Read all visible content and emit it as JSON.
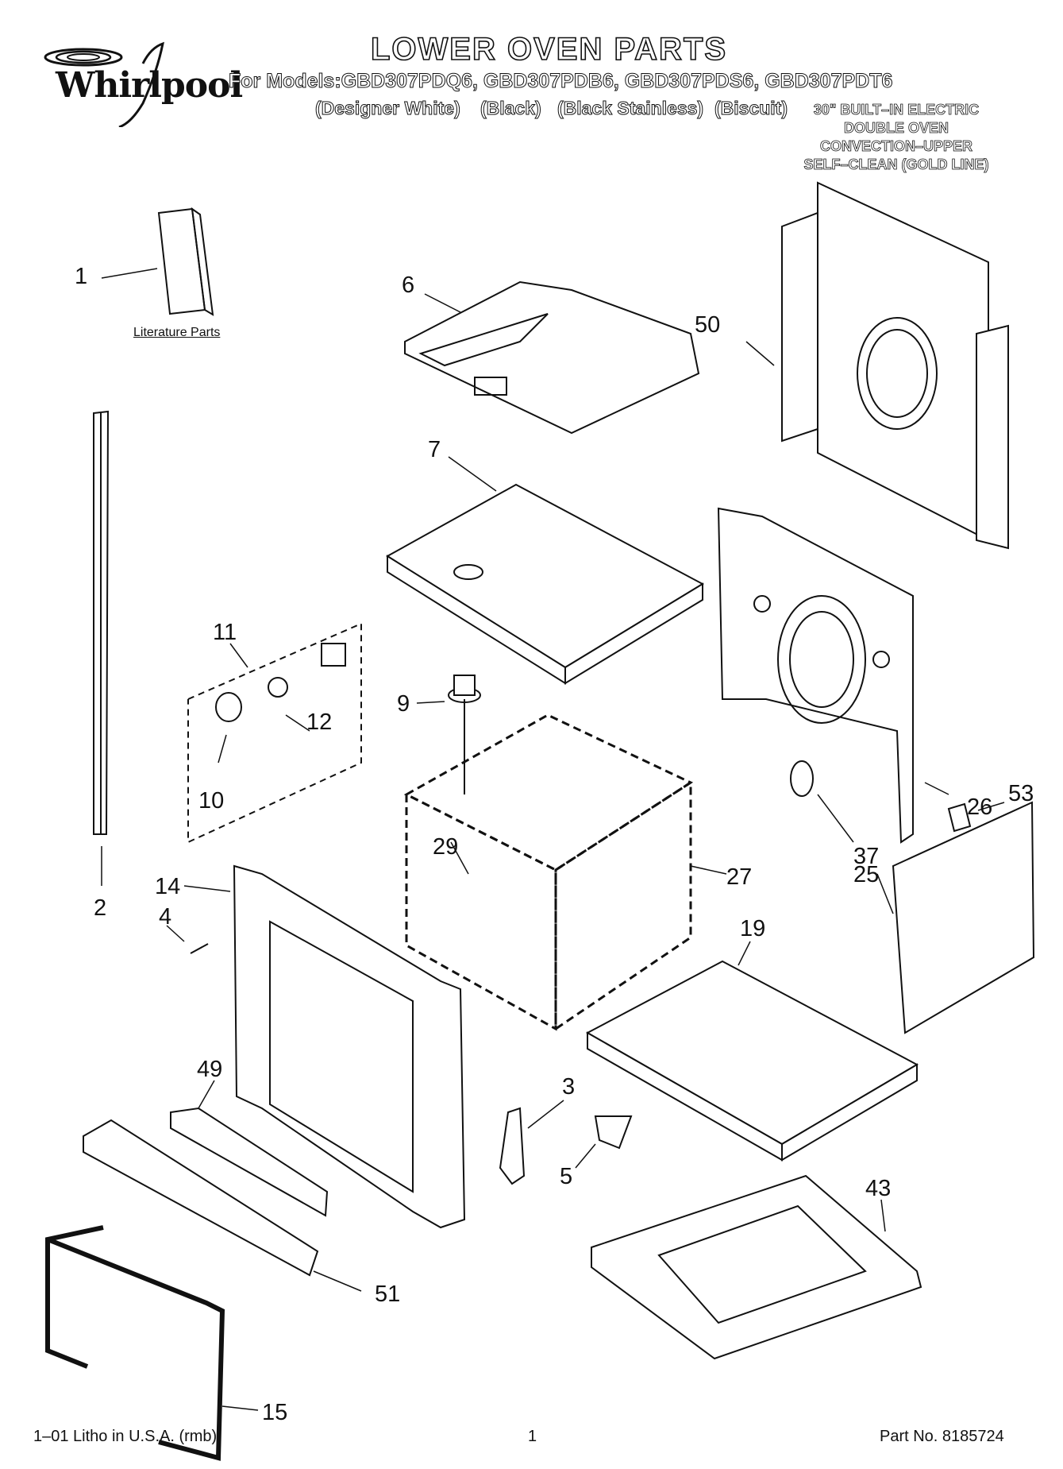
{
  "brand": "Whirlpool",
  "title": "LOWER OVEN PARTS",
  "models_line": "For Models:GBD307PDQ6, GBD307PDB6, GBD307PDS6, GBD307PDT6",
  "colors": [
    "(Designer White)",
    "(Black)",
    "(Black Stainless)",
    "(Biscuit)"
  ],
  "spec_lines": [
    "30\" BUILT–IN ELECTRIC",
    "DOUBLE OVEN",
    "CONVECTION–UPPER",
    "SELF–CLEAN (GOLD LINE)"
  ],
  "literature_label": "Literature Parts",
  "callouts": [
    "1",
    "6",
    "50",
    "2",
    "7",
    "11",
    "12",
    "10",
    "9",
    "26",
    "53",
    "37",
    "29",
    "27",
    "25",
    "14",
    "4",
    "19",
    "49",
    "3",
    "5",
    "43",
    "51",
    "15"
  ],
  "footer": {
    "litho": "1–01 Litho in U.S.A. (rmb)",
    "page": "1",
    "part_no": "Part No. 8185724"
  }
}
